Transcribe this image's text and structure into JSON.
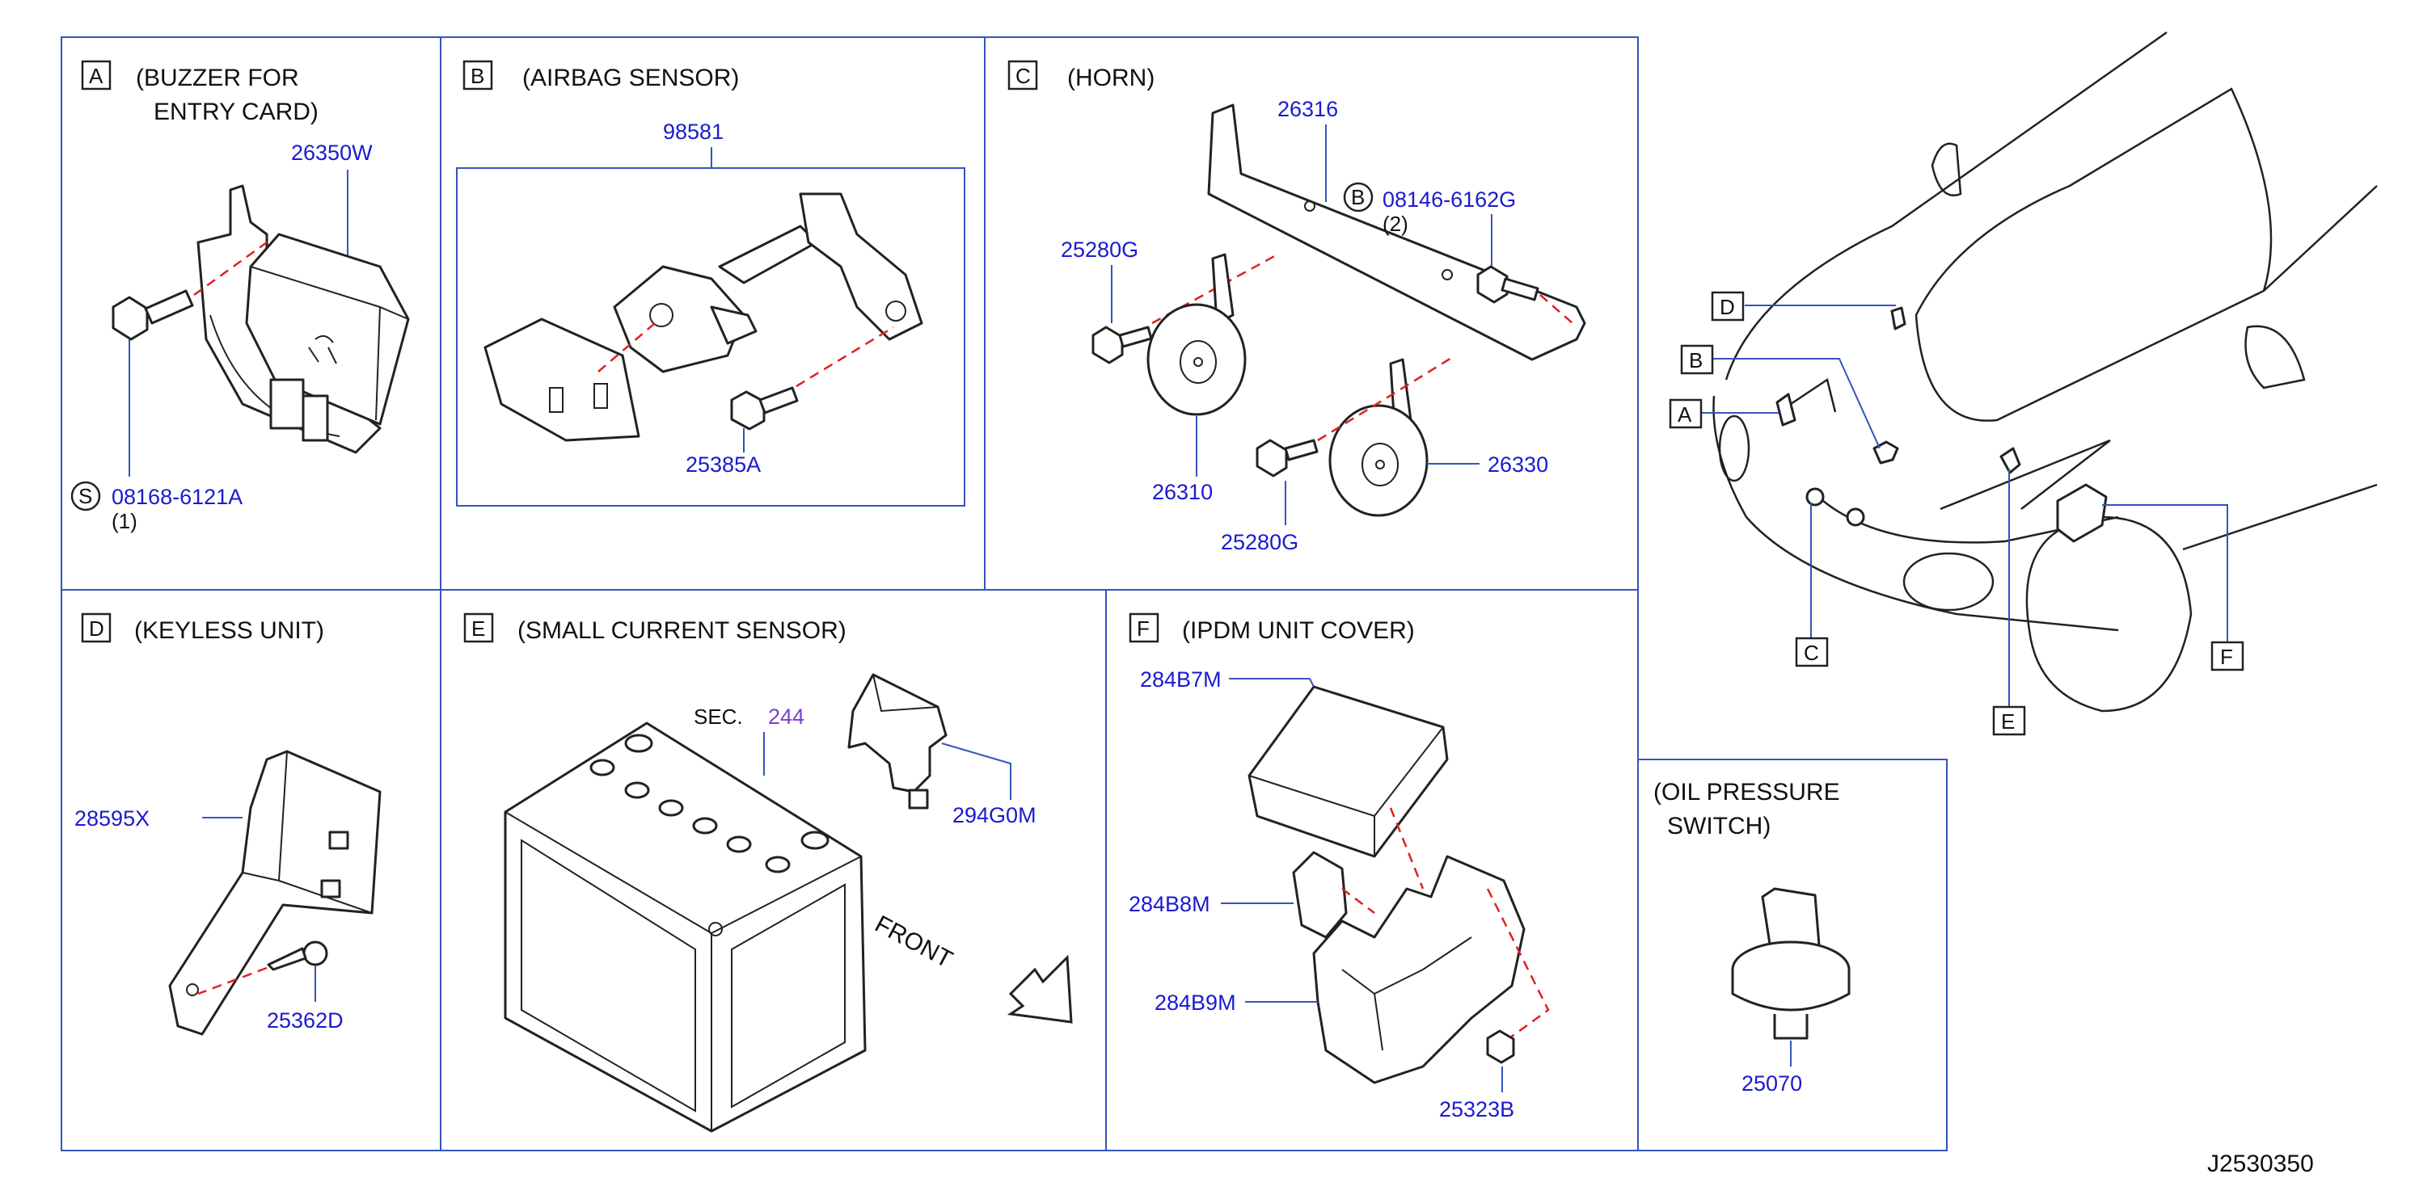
{
  "diagram_id": "J2530350",
  "panels": {
    "a": {
      "letter": "A",
      "title_l1": "(BUZZER  FOR",
      "title_l2": "ENTRY  CARD)",
      "part_main": "26350W",
      "bolt_marker": "S",
      "bolt_part": "08168-6121A",
      "bolt_qty": "(1)"
    },
    "b": {
      "letter": "B",
      "title": "(AIRBAG  SENSOR)",
      "assembly": "98581",
      "bolt_part": "25385A"
    },
    "c": {
      "letter": "C",
      "title": "(HORN)",
      "bracket": "26316",
      "bolt_marker": "B",
      "bolt_part": "08146-6162G",
      "bolt_qty": "(2)",
      "bolt_left_top": "25280G",
      "horn_left": "26310",
      "horn_right": "26330",
      "bolt_left_bottom": "25280G"
    },
    "d": {
      "letter": "D",
      "title": "(KEYLESS  UNIT)",
      "unit": "28595X",
      "screw": "25362D"
    },
    "e": {
      "letter": "E",
      "title": "(SMALL  CURRENT  SENSOR)",
      "sec_label": "SEC.",
      "sec_num": "244",
      "sensor": "294G0M",
      "front_label": "FRONT"
    },
    "f": {
      "letter": "F",
      "title": "(IPDM  UNIT  COVER)",
      "cover": "284B7M",
      "clip": "284B8M",
      "base": "284B9M",
      "nut": "25323B"
    },
    "oil": {
      "title_l1": "(OIL  PRESSURE",
      "title_l2": "SWITCH)",
      "part": "25070"
    },
    "car": {
      "labels": [
        "D",
        "B",
        "A",
        "C",
        "E",
        "F"
      ]
    }
  }
}
